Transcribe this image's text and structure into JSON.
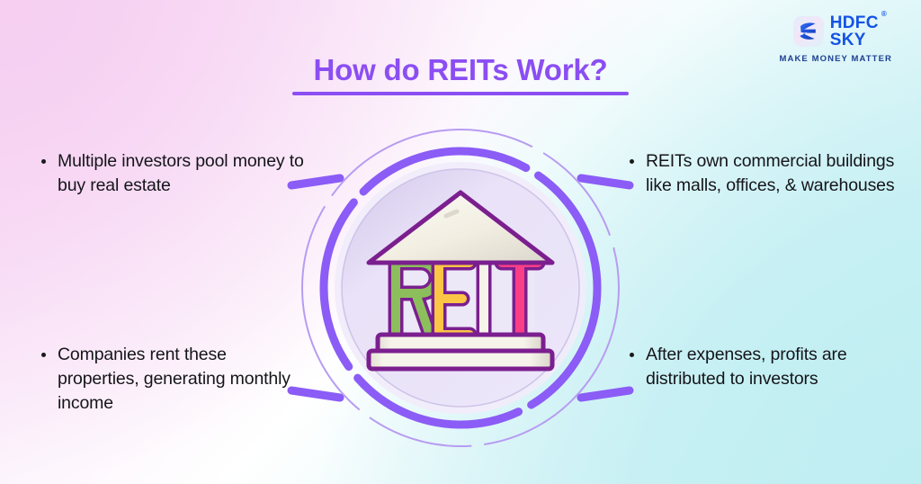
{
  "brand": {
    "name_line1": "HDFC",
    "name_line2": "SKY",
    "registered_mark": "®",
    "tagline": "MAKE MONEY MATTER",
    "logo_icon": "hdfc-sky-swoosh-icon",
    "color": "#1452e6"
  },
  "header": {
    "title": "How do REITs Work?",
    "title_color": "#8b4ef2",
    "underline_color": "#8b4ef2"
  },
  "bullets": {
    "top_left": "Multiple investors pool money to buy real estate",
    "bottom_left": "Companies rent these properties, generating monthly income",
    "top_right": "REITs own commercial buildings like malls, offices, & warehouses",
    "bottom_right": "After expenses, profits are distributed to investors"
  },
  "center_graphic": {
    "icon": "reit-bank-building-icon",
    "label": "REIT",
    "letters": [
      {
        "char": "R",
        "color": "#8cbf5c"
      },
      {
        "char": "E",
        "color": "#fbc545"
      },
      {
        "char": "I",
        "color": "#f6f3ea"
      },
      {
        "char": "T",
        "color": "#fa3f86"
      }
    ],
    "outline_color": "#7b1f8f",
    "roof_color": "#f3efe4",
    "disc_color": "#e8e0f7",
    "ring_color": "#8b5cf6",
    "ray_count": 4
  },
  "background": {
    "gradient_from": "#f7d7f4",
    "gradient_mid": "#ffffff",
    "gradient_to": "#c6f0f3"
  }
}
